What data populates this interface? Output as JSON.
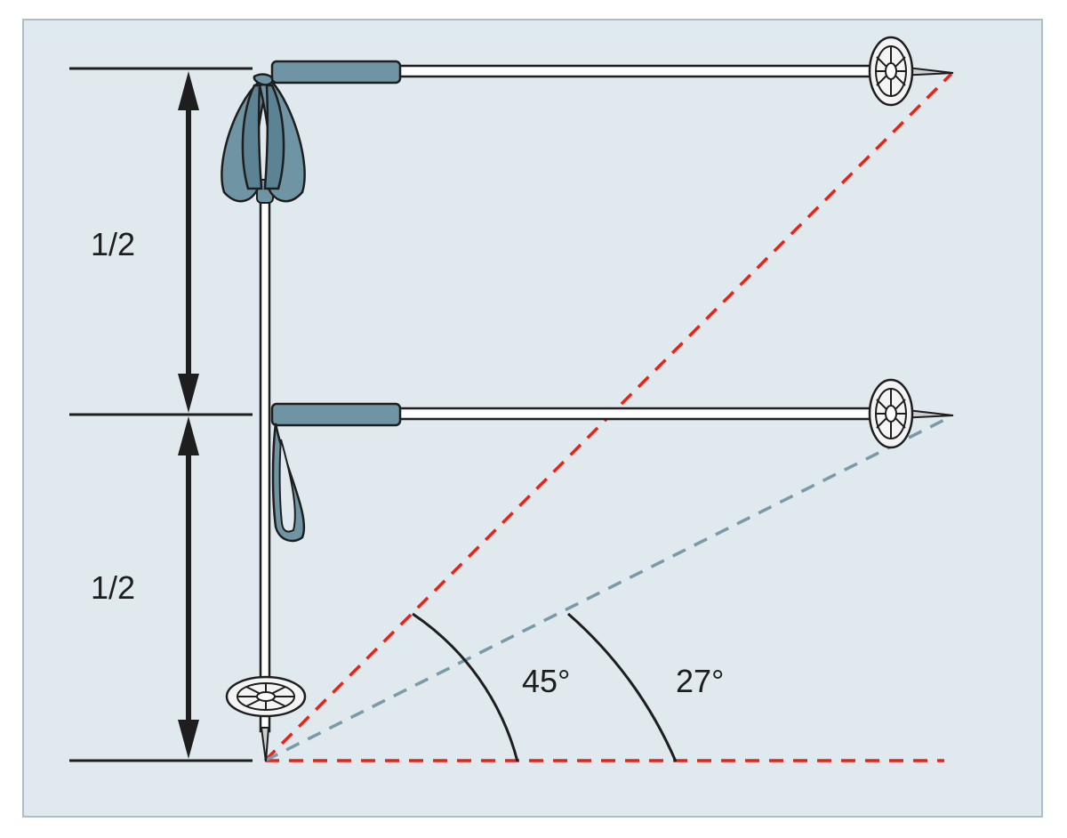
{
  "colors": {
    "background": "#dfe9ee",
    "frame": "#a9bfcc",
    "ink": "#1e1e1e",
    "strap": "#6f95a5",
    "shaft": "#ffffff",
    "red_dash": "#e0261c",
    "blue_dash": "#7b9aa8"
  },
  "dimensions": {
    "upper_fraction": "1/2",
    "lower_fraction": "1/2"
  },
  "angles": {
    "steep": "45°",
    "shallow": "27°"
  }
}
